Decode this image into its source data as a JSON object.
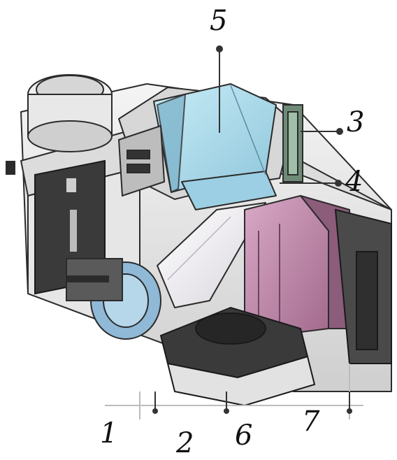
{
  "callouts": {
    "c1": "1",
    "c2": "2",
    "c3": "3",
    "c4": "4",
    "c5": "5",
    "c6": "6",
    "c7": "7"
  },
  "colors": {
    "prism": "#a9d9ea",
    "mirror": "#f1eef2",
    "shutter_chamber": "#c58fb0",
    "lens_element": "#8fb9d6",
    "body_outline": "#2b2b2b",
    "body_dark": "#3a3a3a",
    "body_light": "#e8e8e8"
  }
}
